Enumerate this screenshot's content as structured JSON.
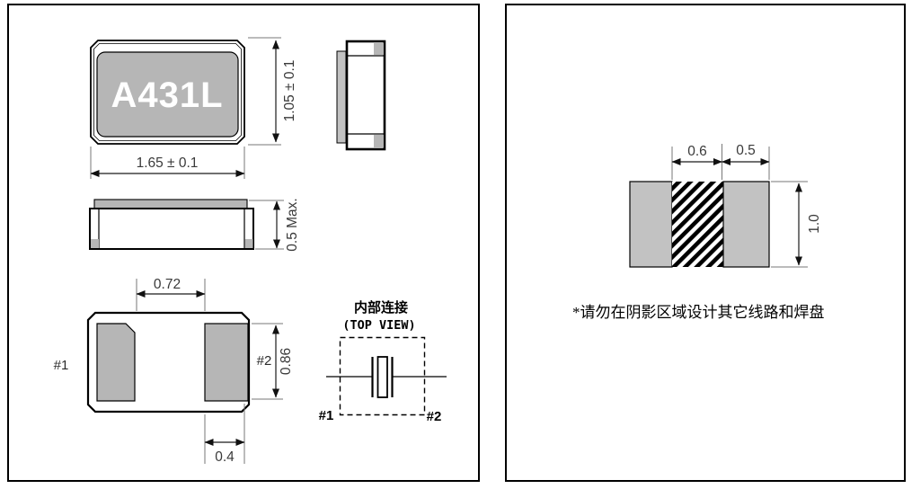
{
  "left_panel": {
    "top_view": {
      "marking": "A431L",
      "length_dim": "1.65 ± 0.1",
      "width_dim": "1.05 ± 0.1"
    },
    "front_view": {
      "height_dim": "0.5 Max."
    },
    "bottom_view": {
      "pad_gap_dim": "0.72",
      "pad_length_dim": "0.86",
      "pad_width_dim": "0.4",
      "pad1_label": "#1",
      "pad2_label": "#2"
    },
    "internal_connection": {
      "title": "内部连接",
      "subtitle": "(TOP VIEW)",
      "pin1_label": "#1",
      "pin2_label": "#2"
    }
  },
  "right_panel": {
    "land_pattern": {
      "keepout_width_dim": "0.6",
      "pad_width_dim": "0.5",
      "pad_height_dim": "1.0"
    },
    "note": "*请勿在阴影区域设计其它线路和焊盘"
  },
  "colors": {
    "body_gray": "#b6b6b6",
    "pad_gray": "#c2c2c2",
    "line": "#000000",
    "dim_text": "#3a3a3a"
  }
}
